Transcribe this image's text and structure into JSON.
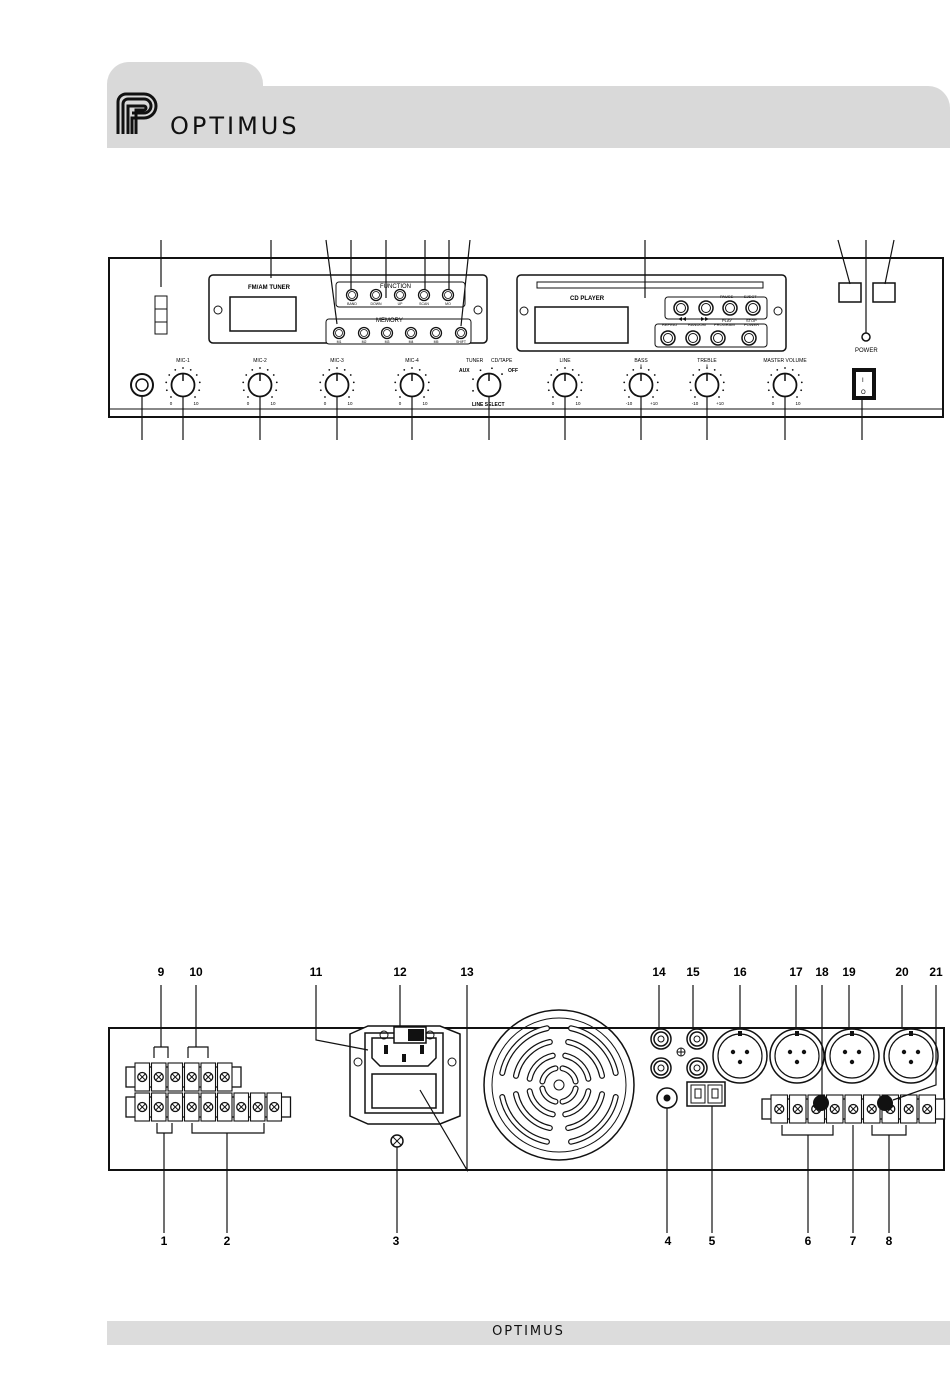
{
  "brand": {
    "name": "OPTIMUS"
  },
  "front_panel": {
    "tuner_title": "FM/AM TUNER",
    "function_label": "FUNCTION",
    "memory_label": "MEMORY",
    "function_buttons": [
      "BAND",
      "DOWN",
      "UP",
      "SCAN",
      "MO"
    ],
    "memory_buttons": [
      "M1",
      "M2",
      "M3",
      "M4",
      "M5",
      "SHIFT"
    ],
    "cd_title": "CD PLAYER",
    "cd_upper_labels": [
      "PAUSE",
      "EJECT",
      "PLAY",
      "STOP"
    ],
    "cd_skip_icons": [
      "previous-track-icon",
      "next-track-icon"
    ],
    "cd_lower_labels": [
      "REPEAT",
      "RANDOM",
      "PROGRAM",
      "POWER"
    ],
    "power_label": "POWER",
    "switch_marks": {
      "on": "I",
      "off": "O"
    },
    "knobs": [
      {
        "label": "MIC-1",
        "min": "0",
        "max": "10"
      },
      {
        "label": "MIC-2",
        "min": "0",
        "max": "10"
      },
      {
        "label": "MIC-3",
        "min": "0",
        "max": "10"
      },
      {
        "label": "MIC-4",
        "min": "0",
        "max": "10"
      },
      {
        "label": "LINE",
        "min": "0",
        "max": "10"
      },
      {
        "label": "BASS",
        "min": "-10",
        "max": "+10",
        "center": "0"
      },
      {
        "label": "TREBLE",
        "min": "-10",
        "max": "+10",
        "center": "0"
      },
      {
        "label": "MASTER VOLUME",
        "min": "0",
        "max": "10"
      }
    ],
    "selector": {
      "tuner": "TUNER",
      "cdtape": "CD/TAPE",
      "aux": "AUX",
      "off": "OFF",
      "caption": "LINE SELECT"
    }
  },
  "rear_panel": {
    "top_callouts": [
      "9",
      "10",
      "11",
      "12",
      "13",
      "14",
      "15",
      "16",
      "17",
      "18",
      "19",
      "20",
      "21"
    ],
    "bottom_callouts": [
      "1",
      "2",
      "3",
      "4",
      "5",
      "6",
      "7",
      "8"
    ]
  }
}
